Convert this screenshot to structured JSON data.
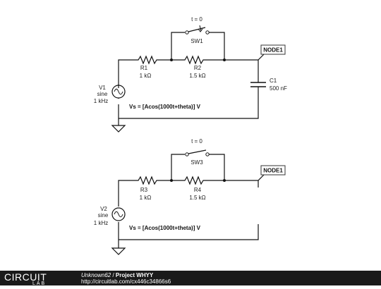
{
  "circuit1": {
    "switch_label": "t = 0",
    "switch_name": "SW1",
    "r1_name": "R1",
    "r1_value": "1 kΩ",
    "r2_name": "R2",
    "r2_value": "1.5 kΩ",
    "node_label": "NODE1",
    "cap_name": "C1",
    "cap_value": "500 nF",
    "src_name": "V1",
    "src_type": "sine",
    "src_freq": "1 kHz",
    "src_expr": "Vs = [Acos(1000t+theta)] V"
  },
  "circuit2": {
    "switch_label": "t = 0",
    "switch_name": "SW3",
    "r1_name": "R3",
    "r1_value": "1 kΩ",
    "r2_name": "R4",
    "r2_value": "1.5 kΩ",
    "node_label": "NODE1",
    "src_name": "V2",
    "src_type": "sine",
    "src_freq": "1 kHz",
    "src_expr": "Vs = [Acos(1000t+theta)] V"
  },
  "footer": {
    "logo_top": "CIRCUIT",
    "logo_bottom": "LAB",
    "author": "Unknown62",
    "separator": " / ",
    "project": "Project WHYY",
    "url": "http://circuitlab.com/cx446c34866s6"
  }
}
